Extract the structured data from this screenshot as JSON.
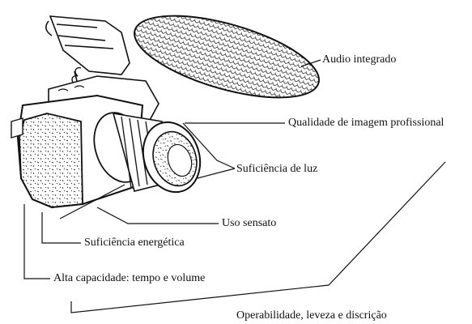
{
  "colors": {
    "ink": "#111111",
    "background": "#ffffff"
  },
  "illustration": {
    "subject": "camera-with-microphone-drawing"
  },
  "labels": {
    "audio": "Audio integrado",
    "qualidade": "Qualidade de imagem profissional",
    "luz": "Suficiência de luz",
    "uso": "Uso sensato",
    "energia": "Suficiência energética",
    "capacidade": "Alta capacidade: tempo e volume",
    "operabilidade": "Operabilidade, leveza e discrição"
  }
}
